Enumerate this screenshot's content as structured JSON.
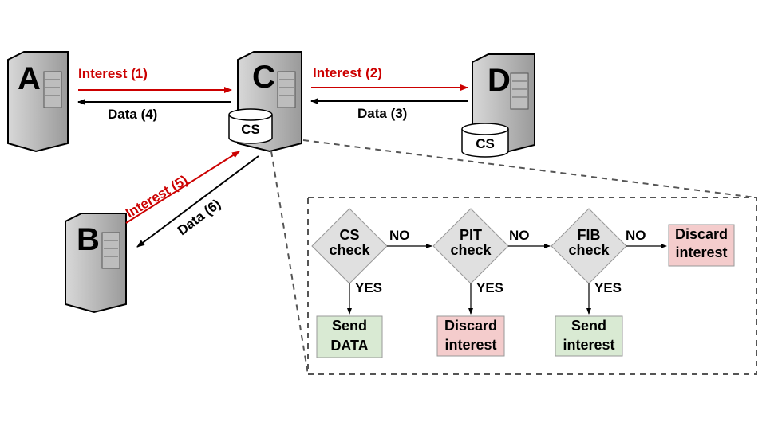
{
  "servers": {
    "a": {
      "label": "A"
    },
    "b": {
      "label": "B"
    },
    "c": {
      "label": "C",
      "cache": "CS"
    },
    "d": {
      "label": "D",
      "cache": "CS"
    }
  },
  "messages": {
    "interest1": "Interest (1)",
    "interest2": "Interest (2)",
    "data3": "Data (3)",
    "data4": "Data (4)",
    "interest5": "Interest (5)",
    "data6": "Data (6)"
  },
  "flowchart": {
    "cs_check": [
      "CS",
      "check"
    ],
    "pit_check": [
      "PIT",
      "check"
    ],
    "fib_check": [
      "FIB",
      "check"
    ],
    "no": "NO",
    "yes": "YES",
    "send_data": [
      "Send",
      "DATA"
    ],
    "discard_interest_pit": [
      "Discard",
      "interest"
    ],
    "send_interest": [
      "Send",
      "interest"
    ],
    "discard_interest_fib": [
      "Discard",
      "interest"
    ]
  },
  "colors": {
    "interest": "#cc0000",
    "data": "#000000",
    "server_body": "#c8c8c8",
    "diamond": "#e0e0e0",
    "send_box": "#d9ead3",
    "discard_box": "#f4cccc"
  }
}
